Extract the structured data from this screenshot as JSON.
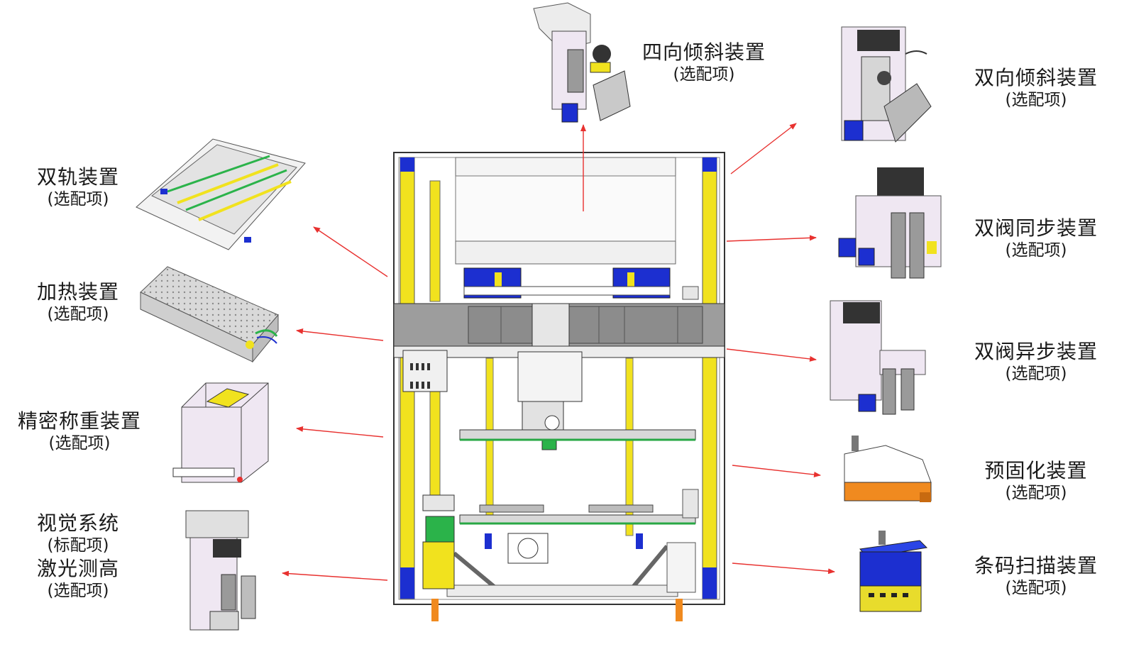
{
  "colors": {
    "arrow": "#e8312f",
    "rail_yellow": "#f1e21e",
    "accent_blue": "#1c2fd0",
    "frame_gray": "#b9b9b9",
    "module_lavender": "#efe7f2",
    "heater_orange": "#f08a1f",
    "dark": "#222222"
  },
  "labels": {
    "four_way_tilt": {
      "title": "四向倾斜装置",
      "sub": "(选配项)"
    },
    "two_way_tilt": {
      "title": "双向倾斜装置",
      "sub": "(选配项)"
    },
    "dual_rail": {
      "title": "双轨装置",
      "sub": "(选配项)"
    },
    "dual_valve_sync": {
      "title": "双阀同步装置",
      "sub": "(选配项)"
    },
    "heating": {
      "title": "加热装置",
      "sub": "(选配项)"
    },
    "dual_valve_async": {
      "title": "双阀异步装置",
      "sub": "(选配项)"
    },
    "precision_weighing": {
      "title": "精密称重装置",
      "sub": "(选配项)"
    },
    "pre_curing": {
      "title": "预固化装置",
      "sub": "(选配项)"
    },
    "vision": {
      "title": "视觉系统",
      "sub": "(标配项)"
    },
    "laser_height": {
      "title": "激光测高",
      "sub": "(选配项)"
    },
    "barcode": {
      "title": "条码扫描装置",
      "sub": "(选配项)"
    }
  }
}
